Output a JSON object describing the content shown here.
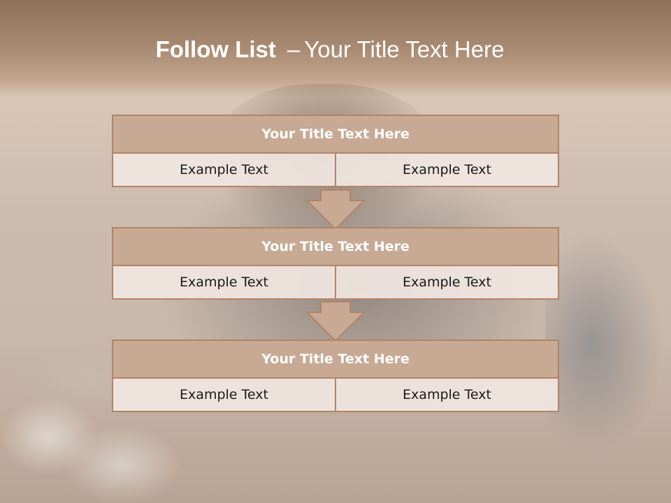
{
  "slide": {
    "title_bold": "Follow List",
    "title_separator": "–",
    "title_rest": "Your Title Text Here",
    "blocks": [
      {
        "heading": "Your Title Text Here",
        "cells": [
          "Example Text",
          "Example Text"
        ]
      },
      {
        "heading": "Your Title Text Here",
        "cells": [
          "Example Text",
          "Example Text"
        ]
      },
      {
        "heading": "Your Title Text Here",
        "cells": [
          "Example Text",
          "Example Text"
        ]
      }
    ]
  },
  "colors": {
    "header_fill": "#c7a994",
    "border": "#b08466",
    "cell_fill": "#f0e5e0",
    "arrow_fill": "#c7a994"
  },
  "icons": [
    "arrow-down-icon"
  ]
}
